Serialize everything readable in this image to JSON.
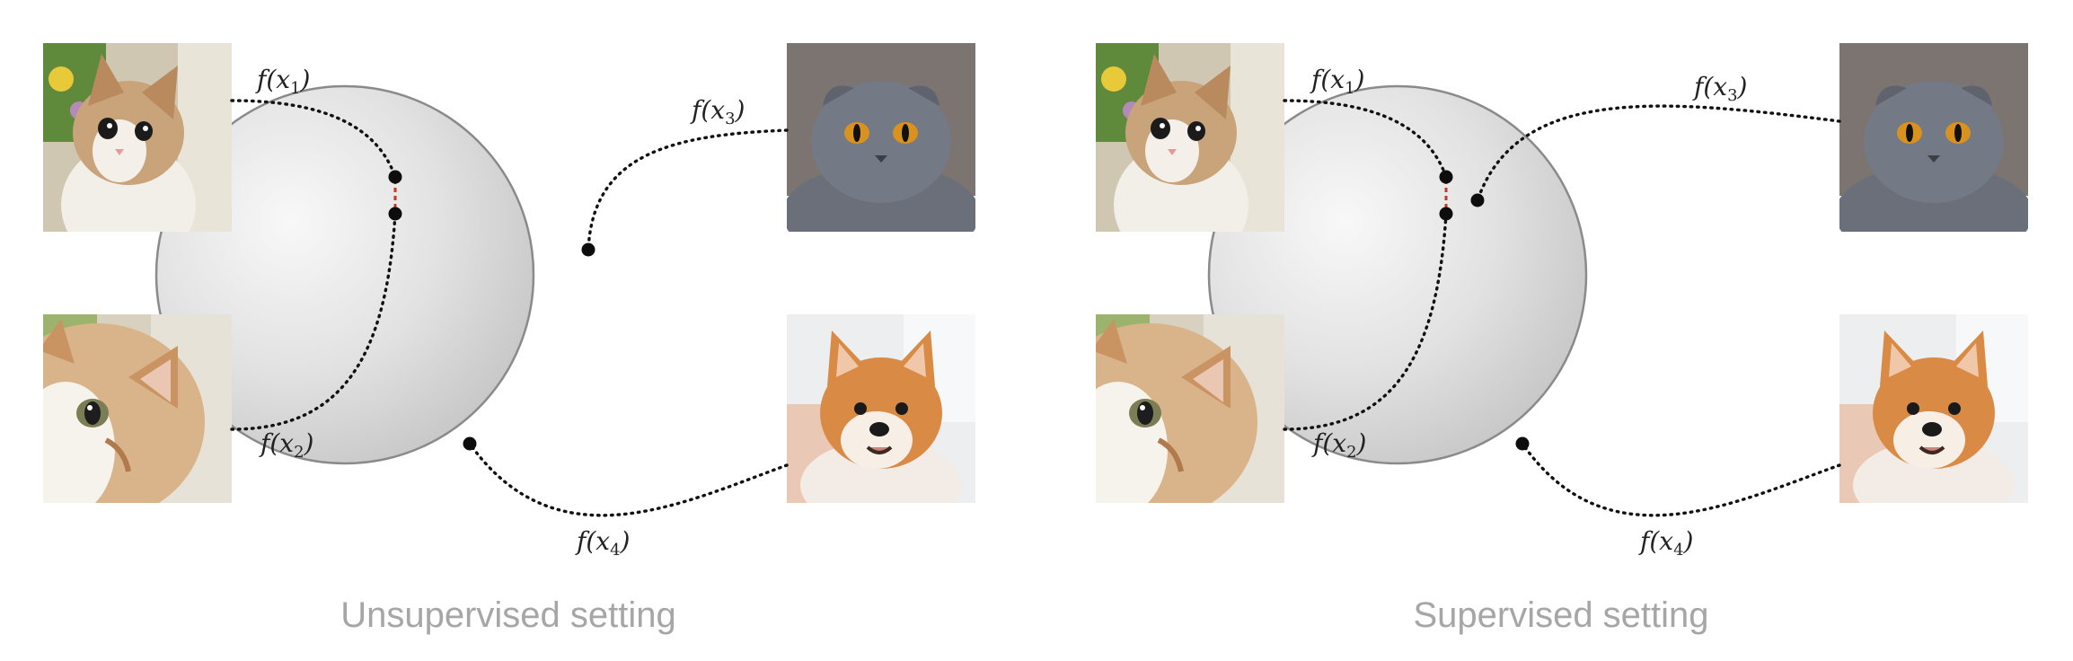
{
  "panels": [
    {
      "caption": "Unsupervised setting",
      "labels": [
        "f(x1)",
        "f(x2)",
        "f(x3)",
        "f(x4)"
      ]
    },
    {
      "caption": "Supervised setting",
      "labels": [
        "f(x1)",
        "f(x2)",
        "f(x3)",
        "f(x4)"
      ]
    }
  ],
  "images": {
    "x1": "cat-looking-up",
    "x2": "cat-closeup-crop",
    "x3": "grey-scottish-fold-cat",
    "x4": "shiba-inu-puppy"
  },
  "colors": {
    "sphere_light": "#f7f7f7",
    "sphere_dark": "#c9c9c9",
    "pull_line": "#c0392b",
    "caption": "#a6a6a6"
  }
}
